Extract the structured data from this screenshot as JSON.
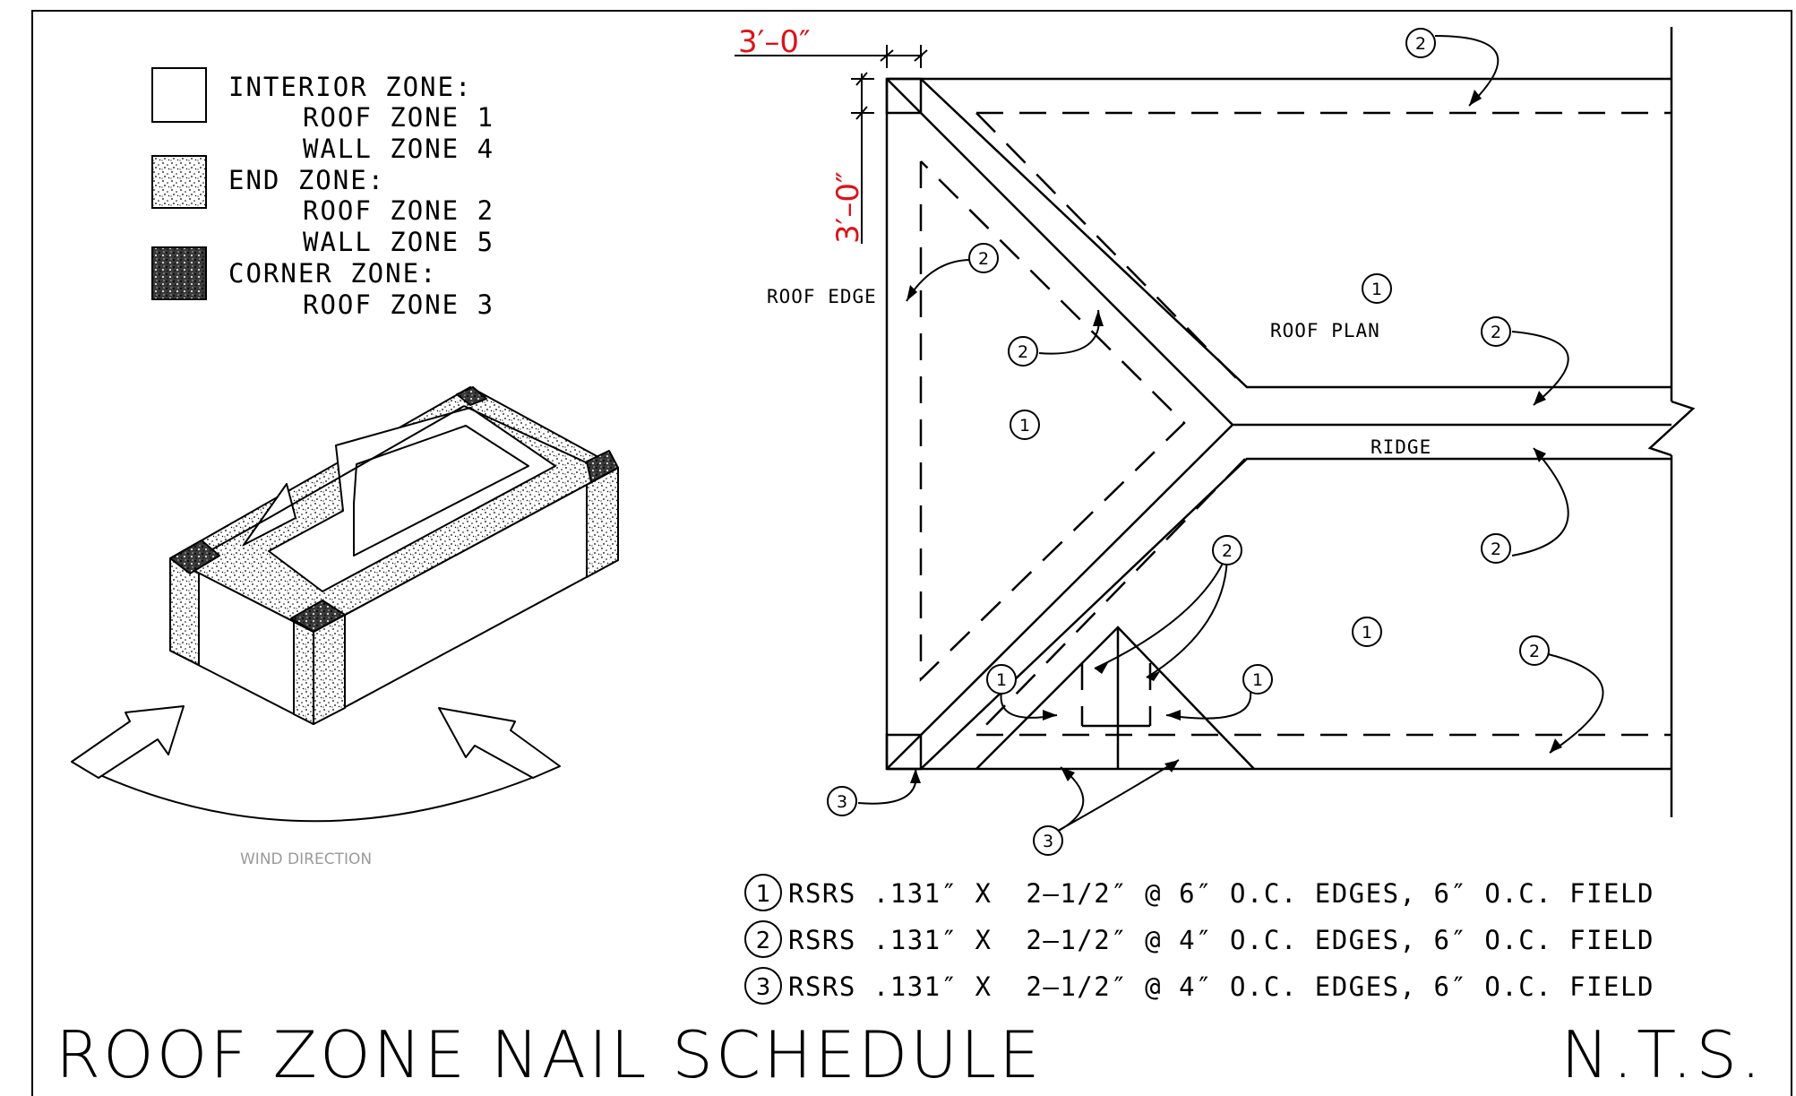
{
  "legend": {
    "interior_title": "INTERIOR ZONE:",
    "interior_roof": "ROOF ZONE 1",
    "interior_wall": "WALL ZONE 4",
    "end_title": "END ZONE:",
    "end_roof": "ROOF ZONE 2",
    "end_wall": "WALL ZONE 5",
    "corner_title": "CORNER ZONE:",
    "corner_roof": "ROOF ZONE 3"
  },
  "iso": {
    "wind_label": "WIND DIRECTION"
  },
  "plan": {
    "dim_horizontal": "3′–0″",
    "dim_vertical": "3′–0″",
    "roof_edge": "ROOF EDGE",
    "roof_plan": "ROOF PLAN",
    "ridge": "RIDGE",
    "tag_1": "1",
    "tag_2": "2",
    "tag_3": "3"
  },
  "schedule": [
    {
      "num": "1",
      "text": "RSRS .131″ X  2–1/2″ @ 6″ O.C. EDGES, 6″ O.C. FIELD"
    },
    {
      "num": "2",
      "text": "RSRS .131″ X  2–1/2″ @ 4″ O.C. EDGES, 6″ O.C. FIELD"
    },
    {
      "num": "3",
      "text": "RSRS .131″ X  2–1/2″ @ 4″ O.C. EDGES, 6″ O.C. FIELD"
    }
  ],
  "title": "ROOF ZONE NAIL SCHEDULE",
  "scale": "N.T.S.",
  "colors": {
    "line": "#000000",
    "dimension": "#d9141b",
    "note": "#9a9a9a"
  }
}
